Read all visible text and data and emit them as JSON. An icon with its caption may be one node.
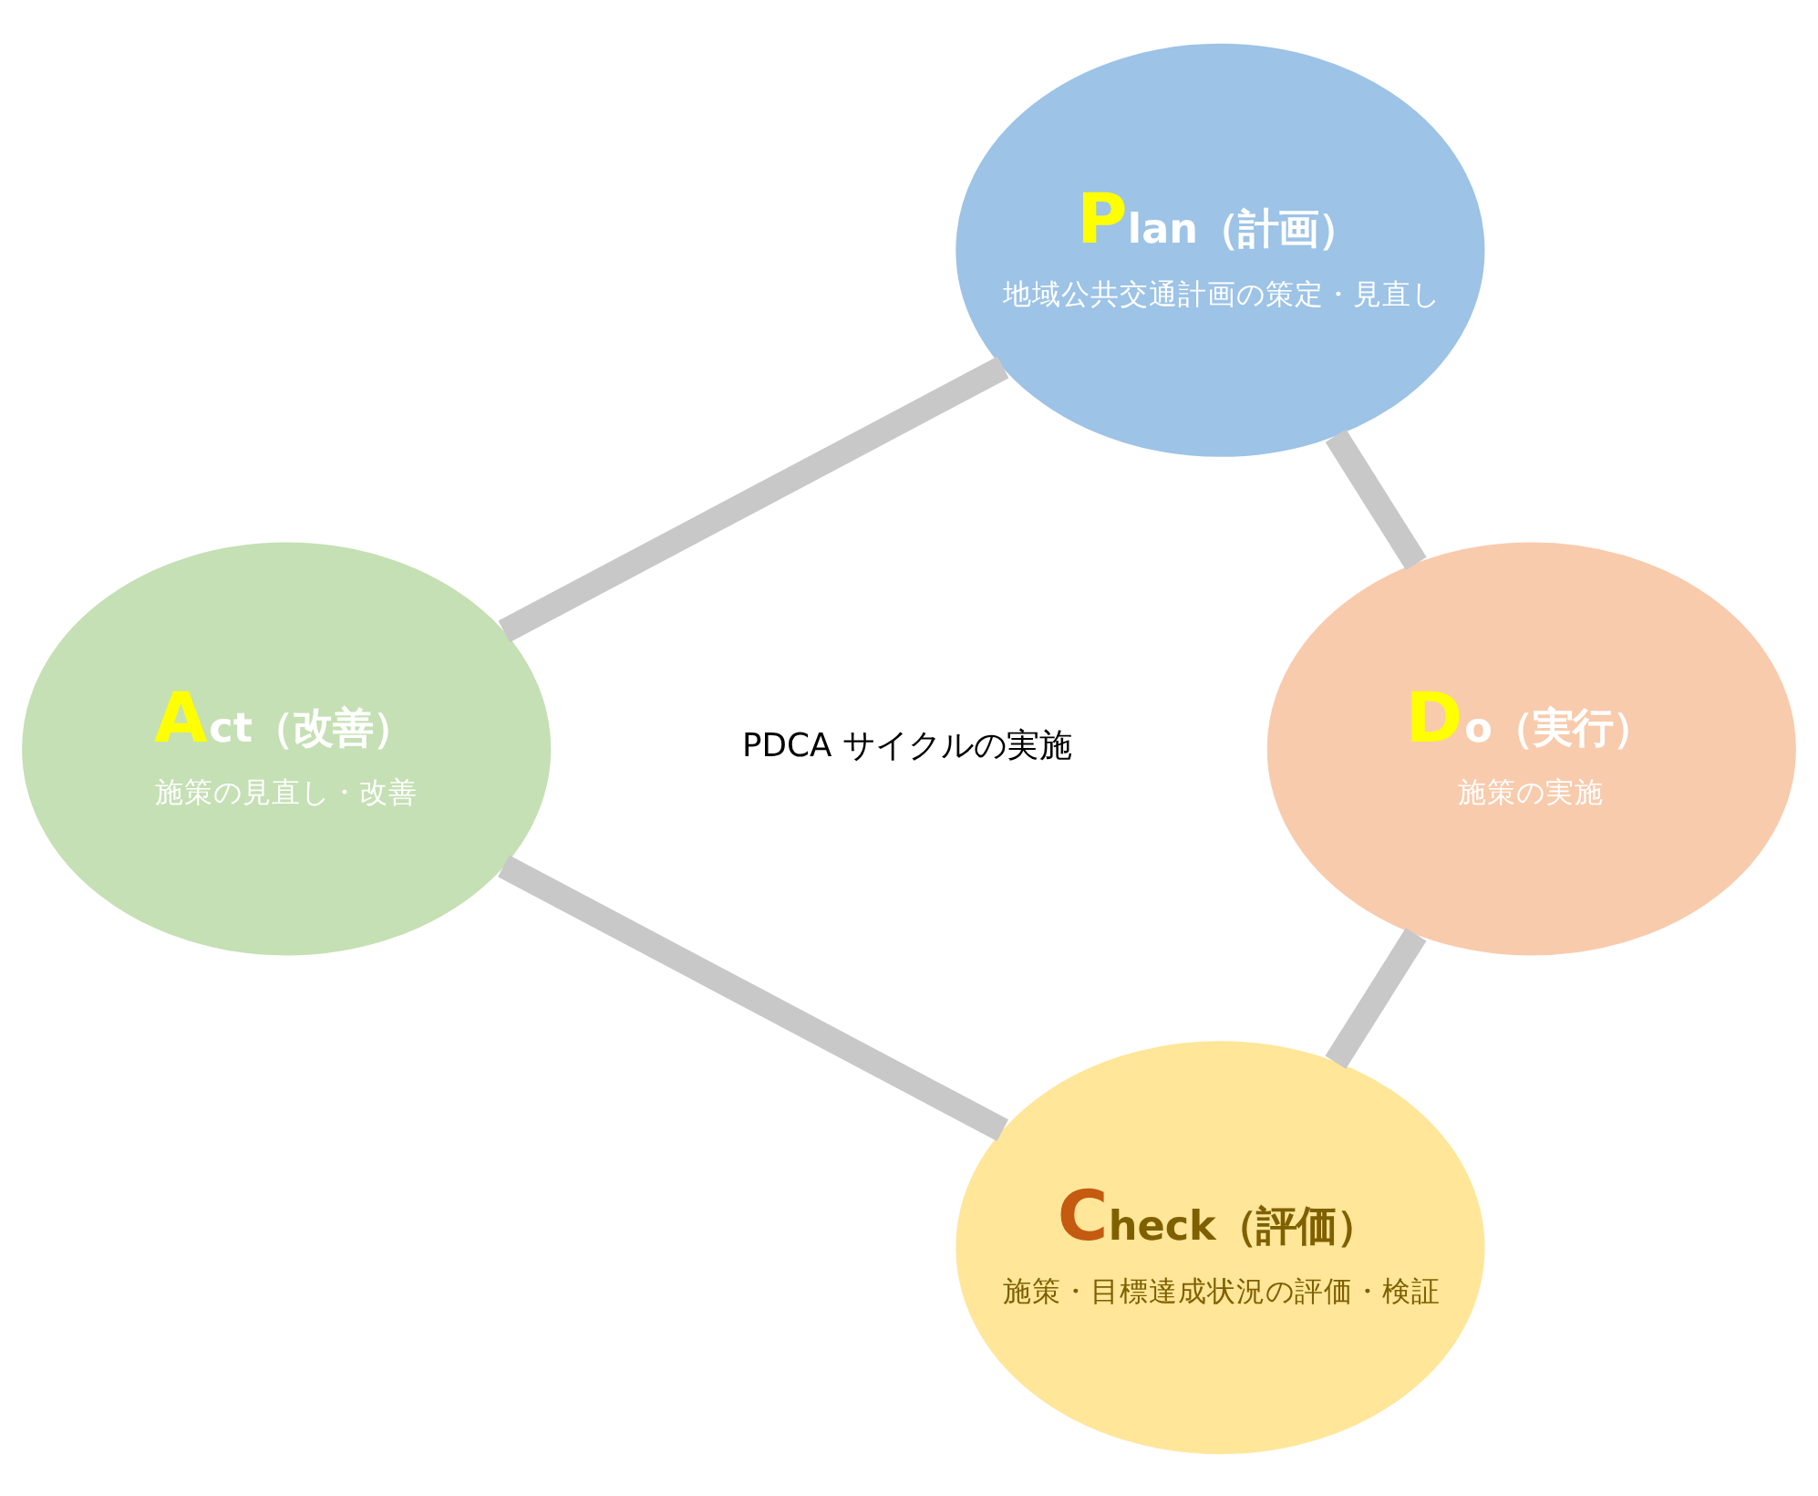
{
  "diagram": {
    "nodes": [
      {
        "text": [
          "Plan（計画）",
          "地域公共交通計画の策定・見直し"
        ]
      },
      {
        "text": [
          "Do（実行）",
          "施策の実施"
        ]
      },
      {
        "text": [
          "Check（評価）",
          "施策・目標達成状況の評価・検証"
        ]
      },
      {
        "text": [
          "Act（改善）",
          "施策の見直し・改善"
        ]
      }
    ],
    "edges": [
      {
        "from": 0,
        "to": 1,
        "arrow": "none"
      },
      {
        "from": 1,
        "to": 2,
        "arrow": "none"
      },
      {
        "from": 2,
        "to": 3,
        "arrow": "none"
      },
      {
        "from": 3,
        "to": 0,
        "arrow": "none"
      }
    ],
    "labels": [
      "PDCA サイクルの実施"
    ]
  }
}
